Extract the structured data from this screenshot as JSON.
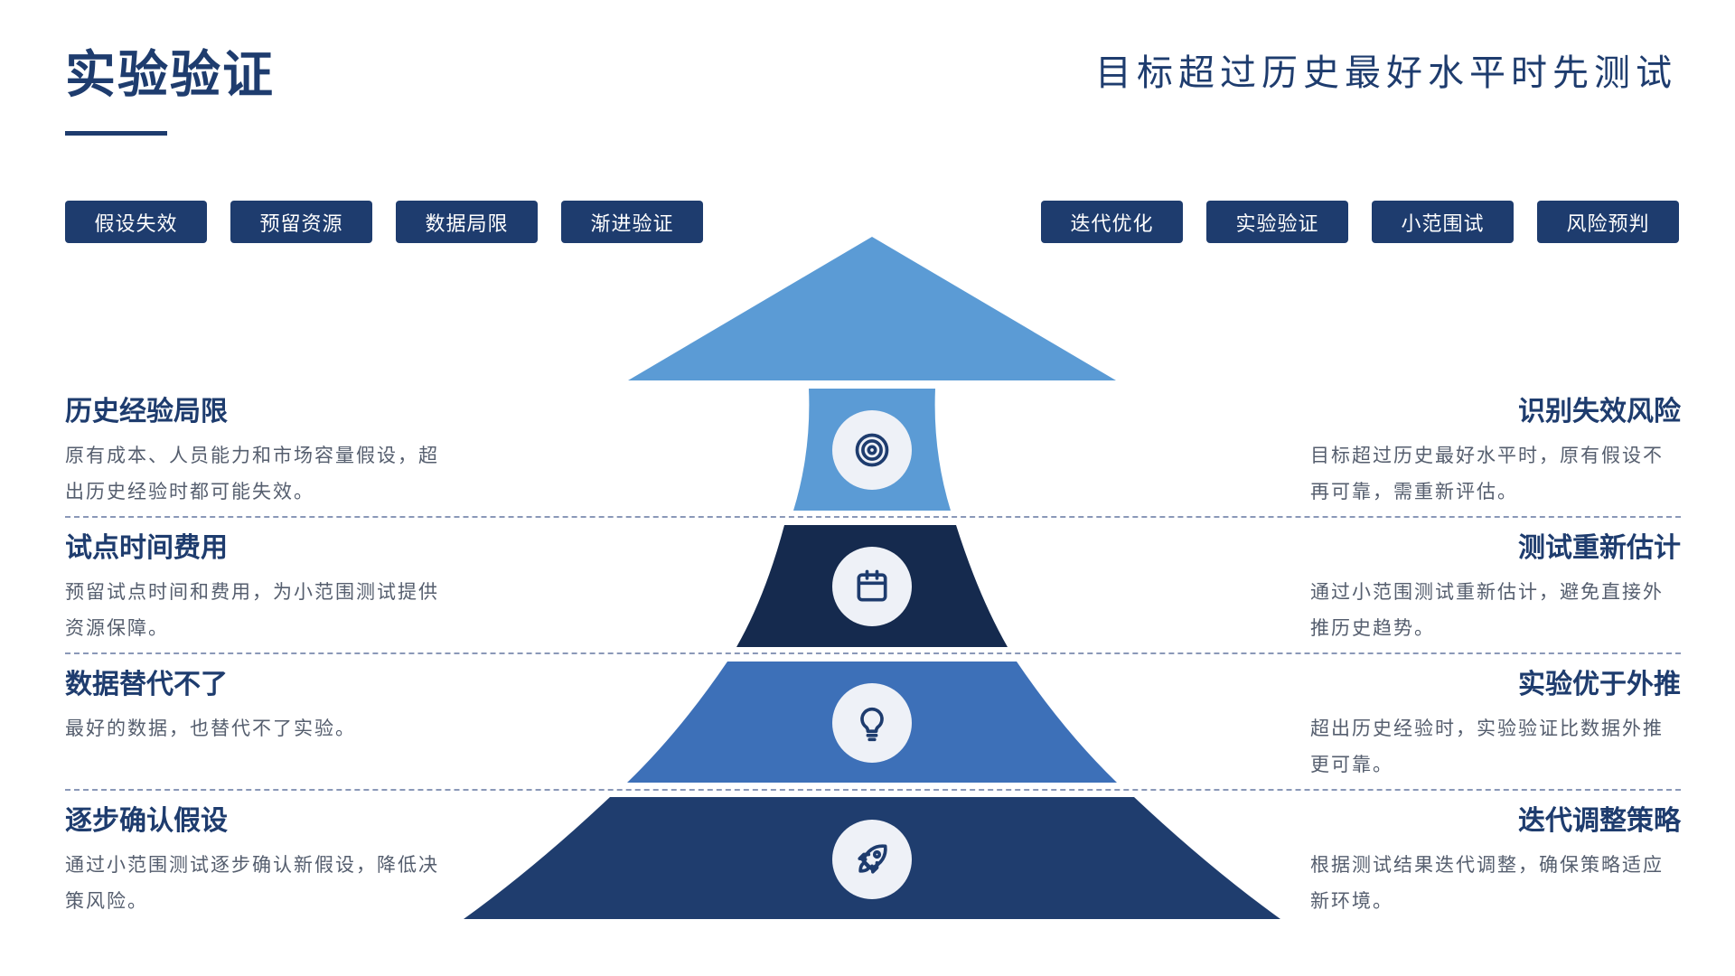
{
  "header": {
    "title": "实验验证",
    "subtitle": "目标超过历史最好水平时先测试"
  },
  "tags_left": [
    "假设失效",
    "预留资源",
    "数据局限",
    "渐进验证"
  ],
  "tags_right": [
    "迭代优化",
    "实验验证",
    "小范围试",
    "风险预判"
  ],
  "left_items": [
    {
      "title": "历史经验局限",
      "desc": "原有成本、人员能力和市场容量假设，超出历史经验时都可能失效。"
    },
    {
      "title": "试点时间费用",
      "desc": "预留试点时间和费用，为小范围测试提供资源保障。"
    },
    {
      "title": "数据替代不了",
      "desc": "最好的数据，也替代不了实验。"
    },
    {
      "title": "逐步确认假设",
      "desc": "通过小范围测试逐步确认新假设，降低决策风险。"
    }
  ],
  "right_items": [
    {
      "title": "识别失效风险",
      "desc": "目标超过历史最好水平时，原有假设不再可靠，需重新评估。"
    },
    {
      "title": "测试重新估计",
      "desc": "通过小范围测试重新估计，避免直接外推历史趋势。"
    },
    {
      "title": "实验优于外推",
      "desc": "超出历史经验时，实验验证比数据外推更可靠。"
    },
    {
      "title": "迭代调整策略",
      "desc": "根据测试结果迭代调整，确保策略适应新环境。"
    }
  ],
  "pyramid": {
    "icons": [
      "target-icon",
      "calendar-icon",
      "lightbulb-icon",
      "rocket-icon"
    ],
    "colors": {
      "top": "#5b9bd5",
      "layer1": "#5b9bd5",
      "layer2": "#152a4e",
      "layer3": "#3d70b8",
      "layer4": "#1f3d6e",
      "icon_bg": "#eef1f7",
      "icon_stroke": "#1e3c6e"
    }
  }
}
